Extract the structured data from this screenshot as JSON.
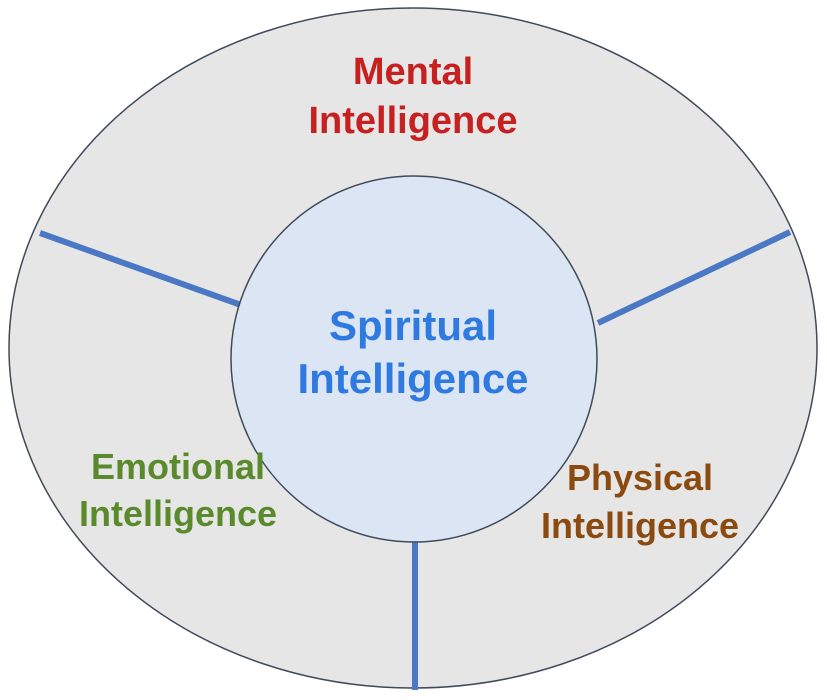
{
  "diagram": {
    "center": {
      "line1": "Spiritual",
      "line2": "Intelligence",
      "color": "#2e7ae0"
    },
    "segments": [
      {
        "id": "mental",
        "line1": "Mental",
        "line2": "Intelligence",
        "color": "#c62020"
      },
      {
        "id": "emotional",
        "line1": "Emotional",
        "line2": "Intelligence",
        "color": "#5a8a2c"
      },
      {
        "id": "physical",
        "line1": "Physical",
        "line2": "Intelligence",
        "color": "#8b4a10"
      }
    ],
    "colors": {
      "outer_fill": "#e6e6e6",
      "inner_fill": "#dbe5f3",
      "outline": "#3f4a5a",
      "divider": "#4a78c4"
    }
  }
}
